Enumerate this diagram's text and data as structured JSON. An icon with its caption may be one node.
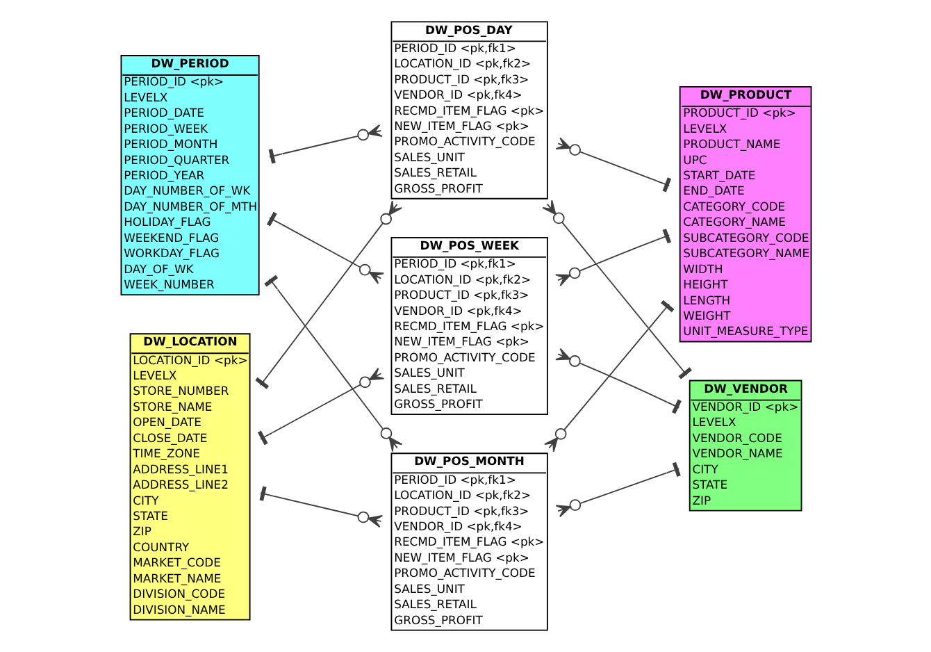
{
  "diagram": {
    "nodes": [
      {
        "text": [
          "DW_PERIOD",
          "PERIOD_ID <pk>",
          "LEVELX",
          "PERIOD_DATE",
          "PERIOD_WEEK",
          "PERIOD_MONTH",
          "PERIOD_QUARTER",
          "PERIOD_YEAR",
          "DAY_NUMBER_OF_WK",
          "DAY_NUMBER_OF_MTH",
          "HOLIDAY_FLAG",
          "WEEKEND_FLAG",
          "WORKDAY_FLAG",
          "DAY_OF_WK",
          "WEEK_NUMBER"
        ]
      },
      {
        "text": [
          "DW_POS_DAY",
          "PERIOD_ID <pk,fk1>",
          "LOCATION_ID <pk,fk2>",
          "PRODUCT_ID <pk,fk3>",
          "VENDOR_ID <pk,fk4>",
          "RECMD_ITEM_FLAG <pk>",
          "NEW_ITEM_FLAG <pk>",
          "PROMO_ACTIVITY_CODE",
          "SALES_UNIT",
          "SALES_RETAIL",
          "GROSS_PROFIT"
        ]
      },
      {
        "text": [
          "DW_PRODUCT",
          "PRODUCT_ID <pk>",
          "LEVELX",
          "PRODUCT_NAME",
          "UPC",
          "START_DATE",
          "END_DATE",
          "CATEGORY_CODE",
          "CATEGORY_NAME",
          "SUBCATEGORY_CODE",
          "SUBCATEGORY_NAME",
          "WIDTH",
          "HEIGHT",
          "LENGTH",
          "WEIGHT",
          "UNIT_MEASURE_TYPE"
        ]
      },
      {
        "text": [
          "DW_POS_WEEK",
          "PERIOD_ID <pk,fk1>",
          "LOCATION_ID <pk,fk2>",
          "PRODUCT_ID <pk,fk3>",
          "VENDOR_ID <pk,fk4>",
          "RECMD_ITEM_FLAG <pk>",
          "NEW_ITEM_FLAG <pk>",
          "PROMO_ACTIVITY_CODE",
          "SALES_UNIT",
          "SALES_RETAIL",
          "GROSS_PROFIT"
        ]
      },
      {
        "text": [
          "DW_LOCATION",
          "LOCATION_ID <pk>",
          "LEVELX",
          "STORE_NUMBER",
          "STORE_NAME",
          "OPEN_DATE",
          "CLOSE_DATE",
          "TIME_ZONE",
          "ADDRESS_LINE1",
          "ADDRESS_LINE2",
          "CITY",
          "STATE",
          "ZIP",
          "COUNTRY",
          "MARKET_CODE",
          "MARKET_NAME",
          "DIVISION_CODE",
          "DIVISION_NAME"
        ]
      },
      {
        "text": [
          "DW_POS_MONTH",
          "PERIOD_ID <pk,fk1>",
          "LOCATION_ID <pk,fk2>",
          "PRODUCT_ID <pk,fk3>",
          "VENDOR_ID <pk,fk4>",
          "RECMD_ITEM_FLAG <pk>",
          "NEW_ITEM_FLAG <pk>",
          "PROMO_ACTIVITY_CODE",
          "SALES_UNIT",
          "SALES_RETAIL",
          "GROSS_PROFIT"
        ]
      },
      {
        "text": [
          "DW_VENDOR",
          "VENDOR_ID <pk>",
          "LEVELX",
          "VENDOR_CODE",
          "VENDOR_NAME",
          "CITY",
          "STATE",
          "ZIP"
        ]
      }
    ],
    "edges": [
      {
        "from": 0,
        "to": 1,
        "arrow": "other"
      },
      {
        "from": 0,
        "to": 3,
        "arrow": "other"
      },
      {
        "from": 0,
        "to": 5,
        "arrow": "other"
      },
      {
        "from": 4,
        "to": 1,
        "arrow": "other"
      },
      {
        "from": 4,
        "to": 3,
        "arrow": "other"
      },
      {
        "from": 4,
        "to": 5,
        "arrow": "other"
      },
      {
        "from": 2,
        "to": 1,
        "arrow": "other"
      },
      {
        "from": 2,
        "to": 3,
        "arrow": "other"
      },
      {
        "from": 2,
        "to": 5,
        "arrow": "other"
      },
      {
        "from": 6,
        "to": 1,
        "arrow": "other"
      },
      {
        "from": 6,
        "to": 3,
        "arrow": "other"
      },
      {
        "from": 6,
        "to": 5,
        "arrow": "other"
      }
    ]
  }
}
